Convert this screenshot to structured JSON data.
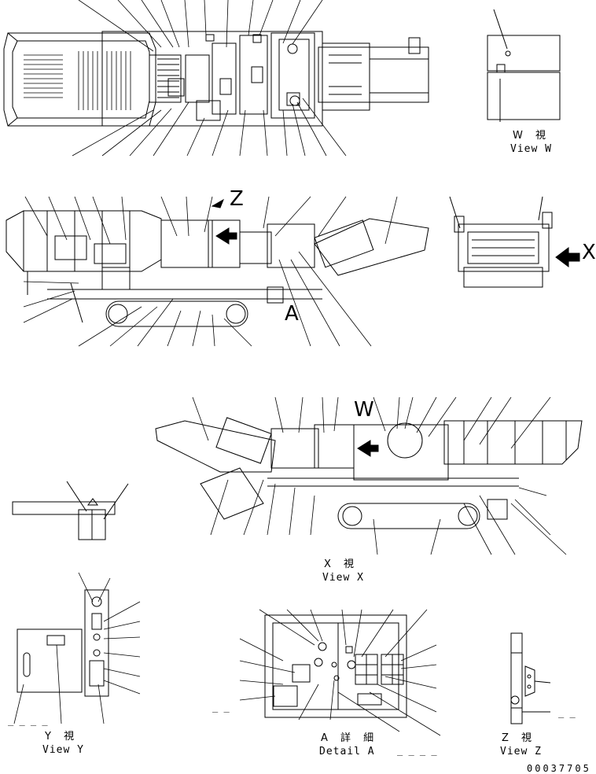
{
  "views": {
    "w": {
      "jp": "W 視",
      "en": "View W"
    },
    "x": {
      "jp": "X 視",
      "en": "View X"
    },
    "y": {
      "jp": "Y 視",
      "en": "View Y"
    },
    "a": {
      "jp": "A 詳 細",
      "en": "Detail A"
    },
    "z": {
      "jp": "Z 視",
      "en": "View Z"
    }
  },
  "callouts": {
    "x": "X",
    "z": "Z",
    "a": "A",
    "w": "W"
  },
  "drawing_number": "00037705"
}
